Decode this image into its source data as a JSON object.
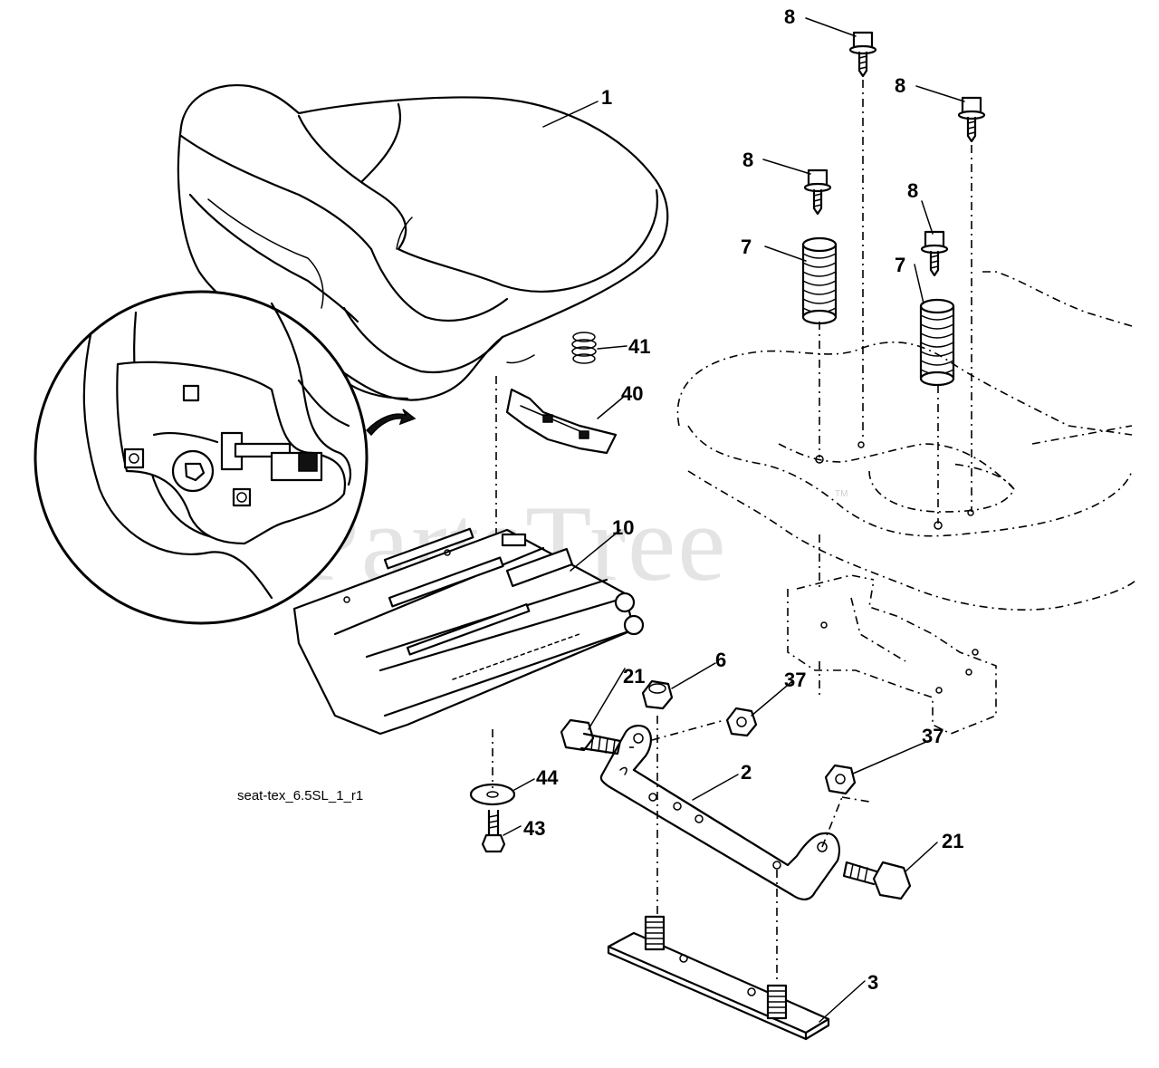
{
  "diagram": {
    "caption": "seat-tex_6.5SL_1_r1",
    "watermark": "PartsTree",
    "watermark_tm": "TM"
  },
  "callouts": [
    "1",
    "2",
    "3",
    "6",
    "7",
    "7",
    "8",
    "8",
    "8",
    "8",
    "10",
    "21",
    "21",
    "37",
    "37",
    "40",
    "41",
    "43",
    "44"
  ]
}
